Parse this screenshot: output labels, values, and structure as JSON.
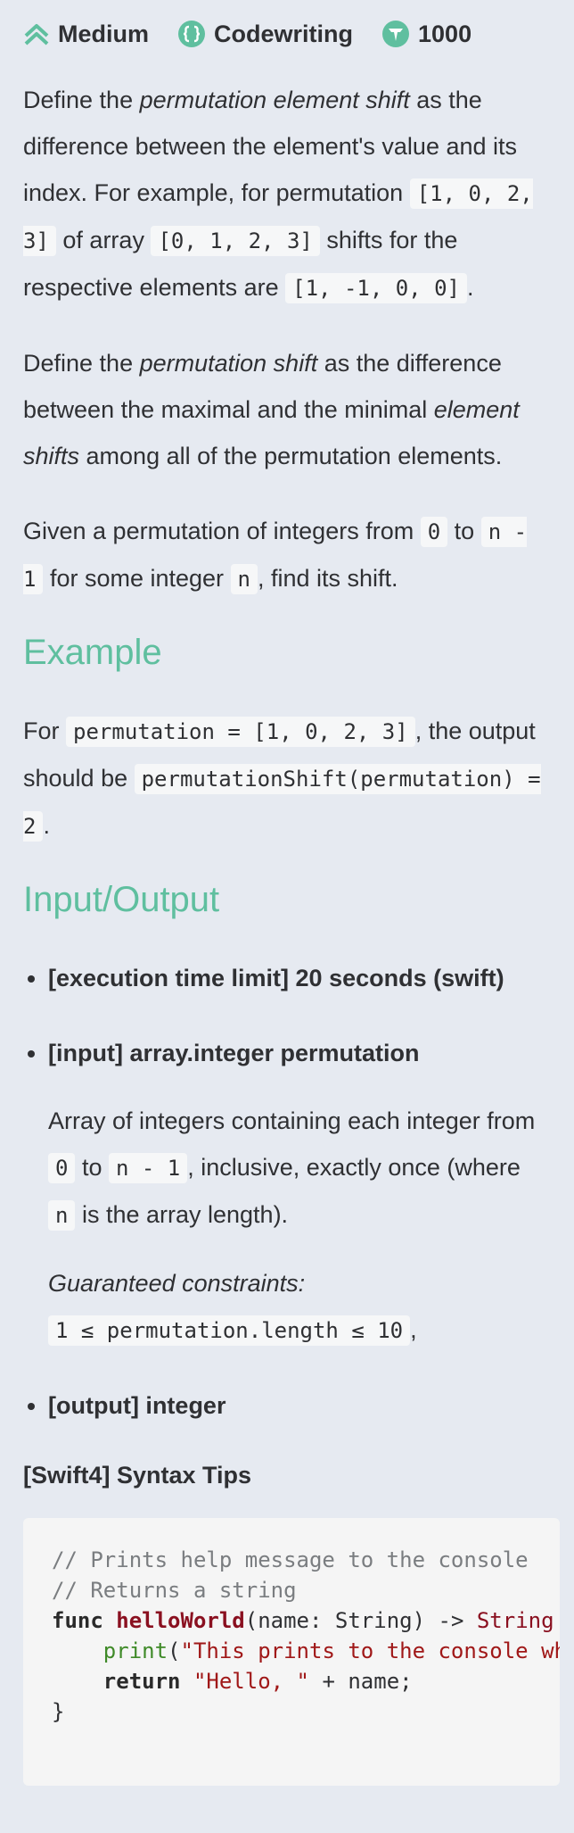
{
  "meta": {
    "difficulty": "Medium",
    "category": "Codewriting",
    "points": "1000"
  },
  "description": {
    "p1": {
      "t1": "Define the ",
      "em": "permutation element shift",
      "t2": " as the difference between the element's value and its index. For example, for permutation ",
      "c1": "[1, 0, 2, 3]",
      "t3": " of array ",
      "c2": "[0, 1, 2, 3]",
      "t4": " shifts for the respective elements are ",
      "c3": "[1, -1, 0, 0]",
      "t5": "."
    },
    "p2": {
      "t1": "Define the ",
      "em1": "permutation shift",
      "t2": " as the difference between the maximal and the minimal ",
      "em2": "element shifts",
      "t3": " among all of the permutation elements."
    },
    "p3": {
      "t1": "Given a permutation of integers from ",
      "c1": "0",
      "t2": " to ",
      "c2": "n - 1",
      "t3": " for some integer ",
      "c3": "n",
      "t4": ", find its shift."
    }
  },
  "example": {
    "heading": "Example",
    "t1": "For ",
    "c1": "permutation = [1, 0, 2, 3]",
    "t2": ", the output should be ",
    "c2": "permutationShift(permutation) = 2",
    "t3": "."
  },
  "io": {
    "heading": "Input/Output",
    "items": [
      {
        "label": "[execution time limit] 20 seconds (swift)"
      },
      {
        "label": "[input] array.integer permutation",
        "desc": {
          "t1": "Array of integers containing each integer from ",
          "c1": "0",
          "t2": " to ",
          "c2": "n - 1",
          "t3": ", inclusive, exactly once (where ",
          "c3": "n",
          "t4": " is the array length)."
        },
        "constraints_title": "Guaranteed constraints:",
        "constraint_code": "1 ≤ permutation.length ≤ 10",
        "constraint_tail": ","
      },
      {
        "label": "[output] integer"
      }
    ]
  },
  "tips": {
    "title": "[Swift4] Syntax Tips",
    "code": {
      "comment1": "// Prints help message to the console",
      "comment2": "// Returns a string",
      "kw_func": "func",
      "fn_name": "helloWorld",
      "params": "(name: String) -> ",
      "ret_type": "String {",
      "print_fn": "print",
      "paren_open": "(",
      "print_str": "\"This prints to the console when you Run Tests\"",
      "paren_close": ")",
      "kw_return": "return",
      "return_str": "\"Hello, \"",
      "return_tail": " + name;",
      "brace": "}"
    }
  },
  "colors": {
    "background": "#e6eaf1",
    "accent": "#5fbf9f",
    "text": "#2f3033"
  }
}
